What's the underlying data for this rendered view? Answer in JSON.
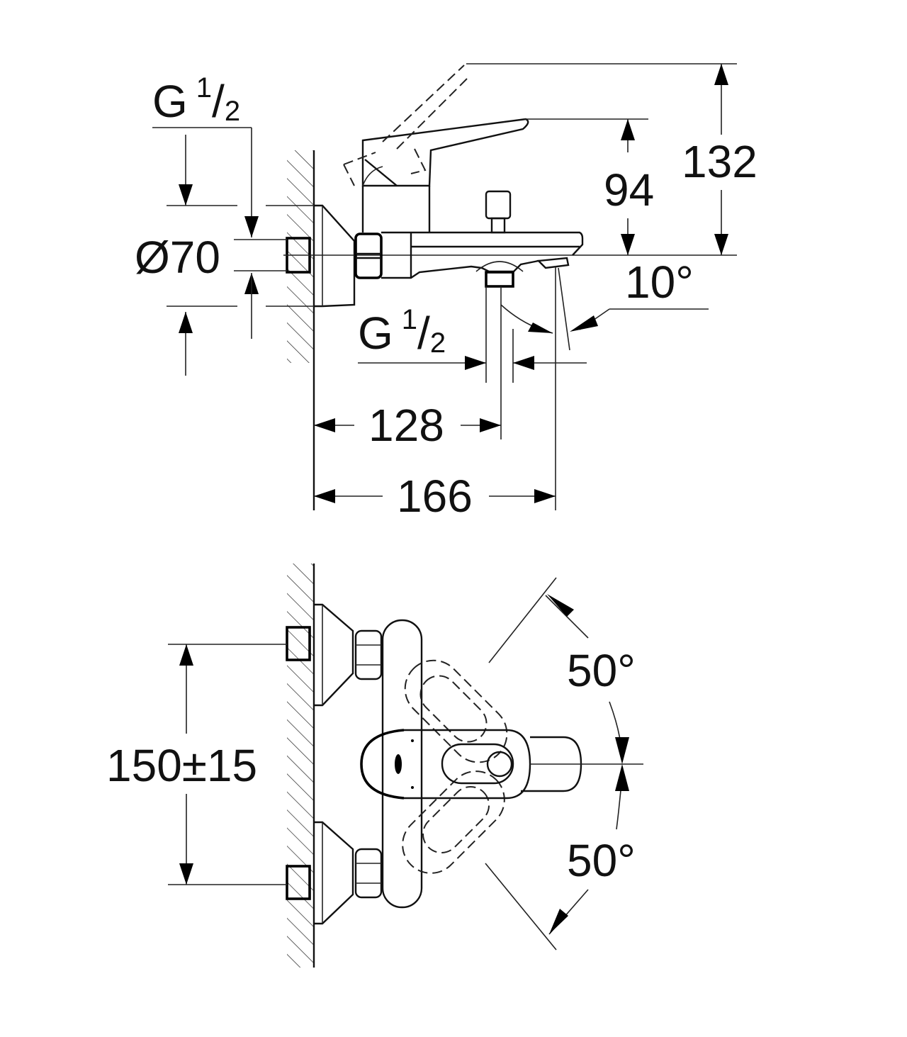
{
  "drawing": {
    "side_view": {
      "inlet_thread": {
        "main": "G",
        "num": "1",
        "slash": "/",
        "den": "2"
      },
      "escutcheon_diameter": "Ø70",
      "outlet_thread": {
        "main": "G",
        "num": "1",
        "slash": "/",
        "den": "2"
      },
      "height_max": "132",
      "height_lever": "94",
      "spout_angle": "10°",
      "depth_outlet": "128",
      "depth_spout": "166"
    },
    "top_view": {
      "centres": "150±15",
      "rotation_up": "50°",
      "rotation_down": "50°"
    }
  }
}
